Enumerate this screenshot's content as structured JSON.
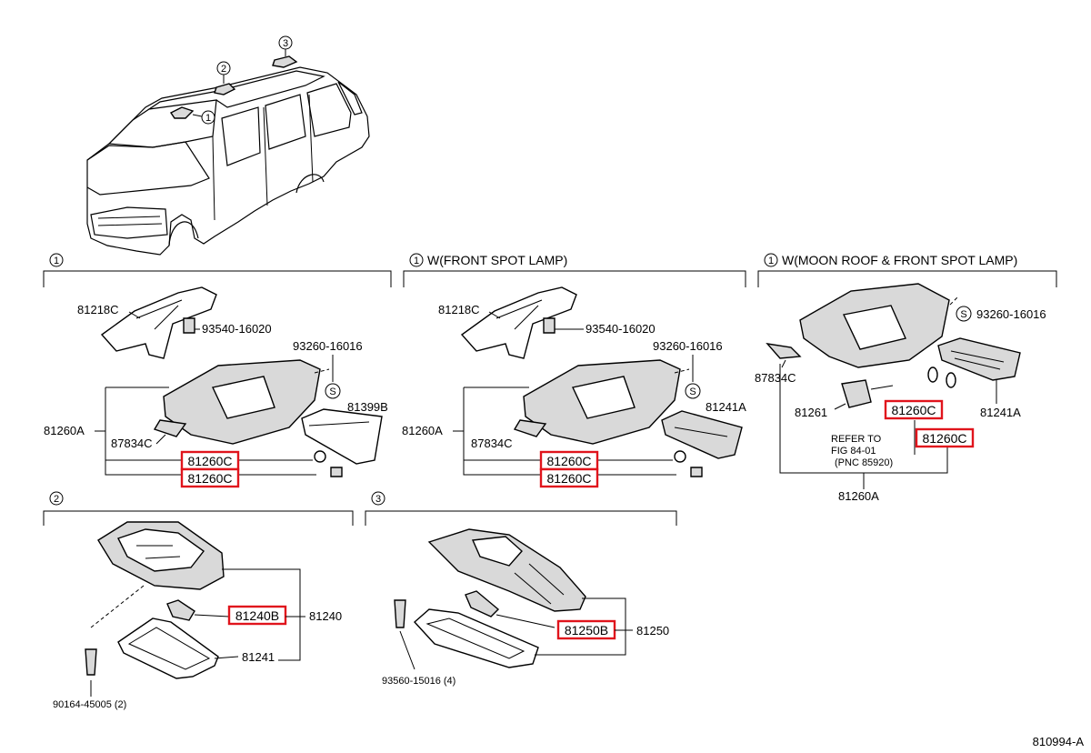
{
  "diagram_id": "810994-A",
  "highlight_color": "#e0141c",
  "sections": {
    "s1": {
      "marker": "1",
      "title": ""
    },
    "s1b": {
      "marker": "1",
      "title": "W(FRONT SPOT LAMP)"
    },
    "s1c": {
      "marker": "1",
      "title": "W(MOON ROOF & FRONT SPOT LAMP)"
    },
    "s2": {
      "marker": "2"
    },
    "s3": {
      "marker": "3"
    }
  },
  "vehicle_markers": [
    "1",
    "2",
    "3"
  ],
  "labels": {
    "a_81218c": "81218C",
    "a_93540": "93540-16020",
    "a_93260": "93260-16016",
    "a_81399b": "81399B",
    "a_81260a": "81260A",
    "a_87834c": "87834C",
    "a_81260c_1": "81260C",
    "a_81260c_2": "81260C",
    "b_81218c": "81218C",
    "b_93540": "93540-16020",
    "b_93260": "93260-16016",
    "b_81241a": "81241A",
    "b_81260a": "81260A",
    "b_87834c": "87834C",
    "b_81260c_1": "81260C",
    "b_81260c_2": "81260C",
    "c_93260": "93260-16016",
    "c_87834c": "87834C",
    "c_81261": "81261",
    "c_81241a": "81241A",
    "c_81260c_1": "81260C",
    "c_81260c_2": "81260C",
    "c_refer1": "REFER TO",
    "c_refer2": "FIG 84-01",
    "c_refer3": "(PNC 85920)",
    "c_81260a": "81260A",
    "d_81240b": "81240B",
    "d_81240": "81240",
    "d_81241": "81241",
    "d_90164": "90164-45005 (2)",
    "e_81250b": "81250B",
    "e_81250": "81250",
    "e_93560": "93560-15016 (4)"
  }
}
